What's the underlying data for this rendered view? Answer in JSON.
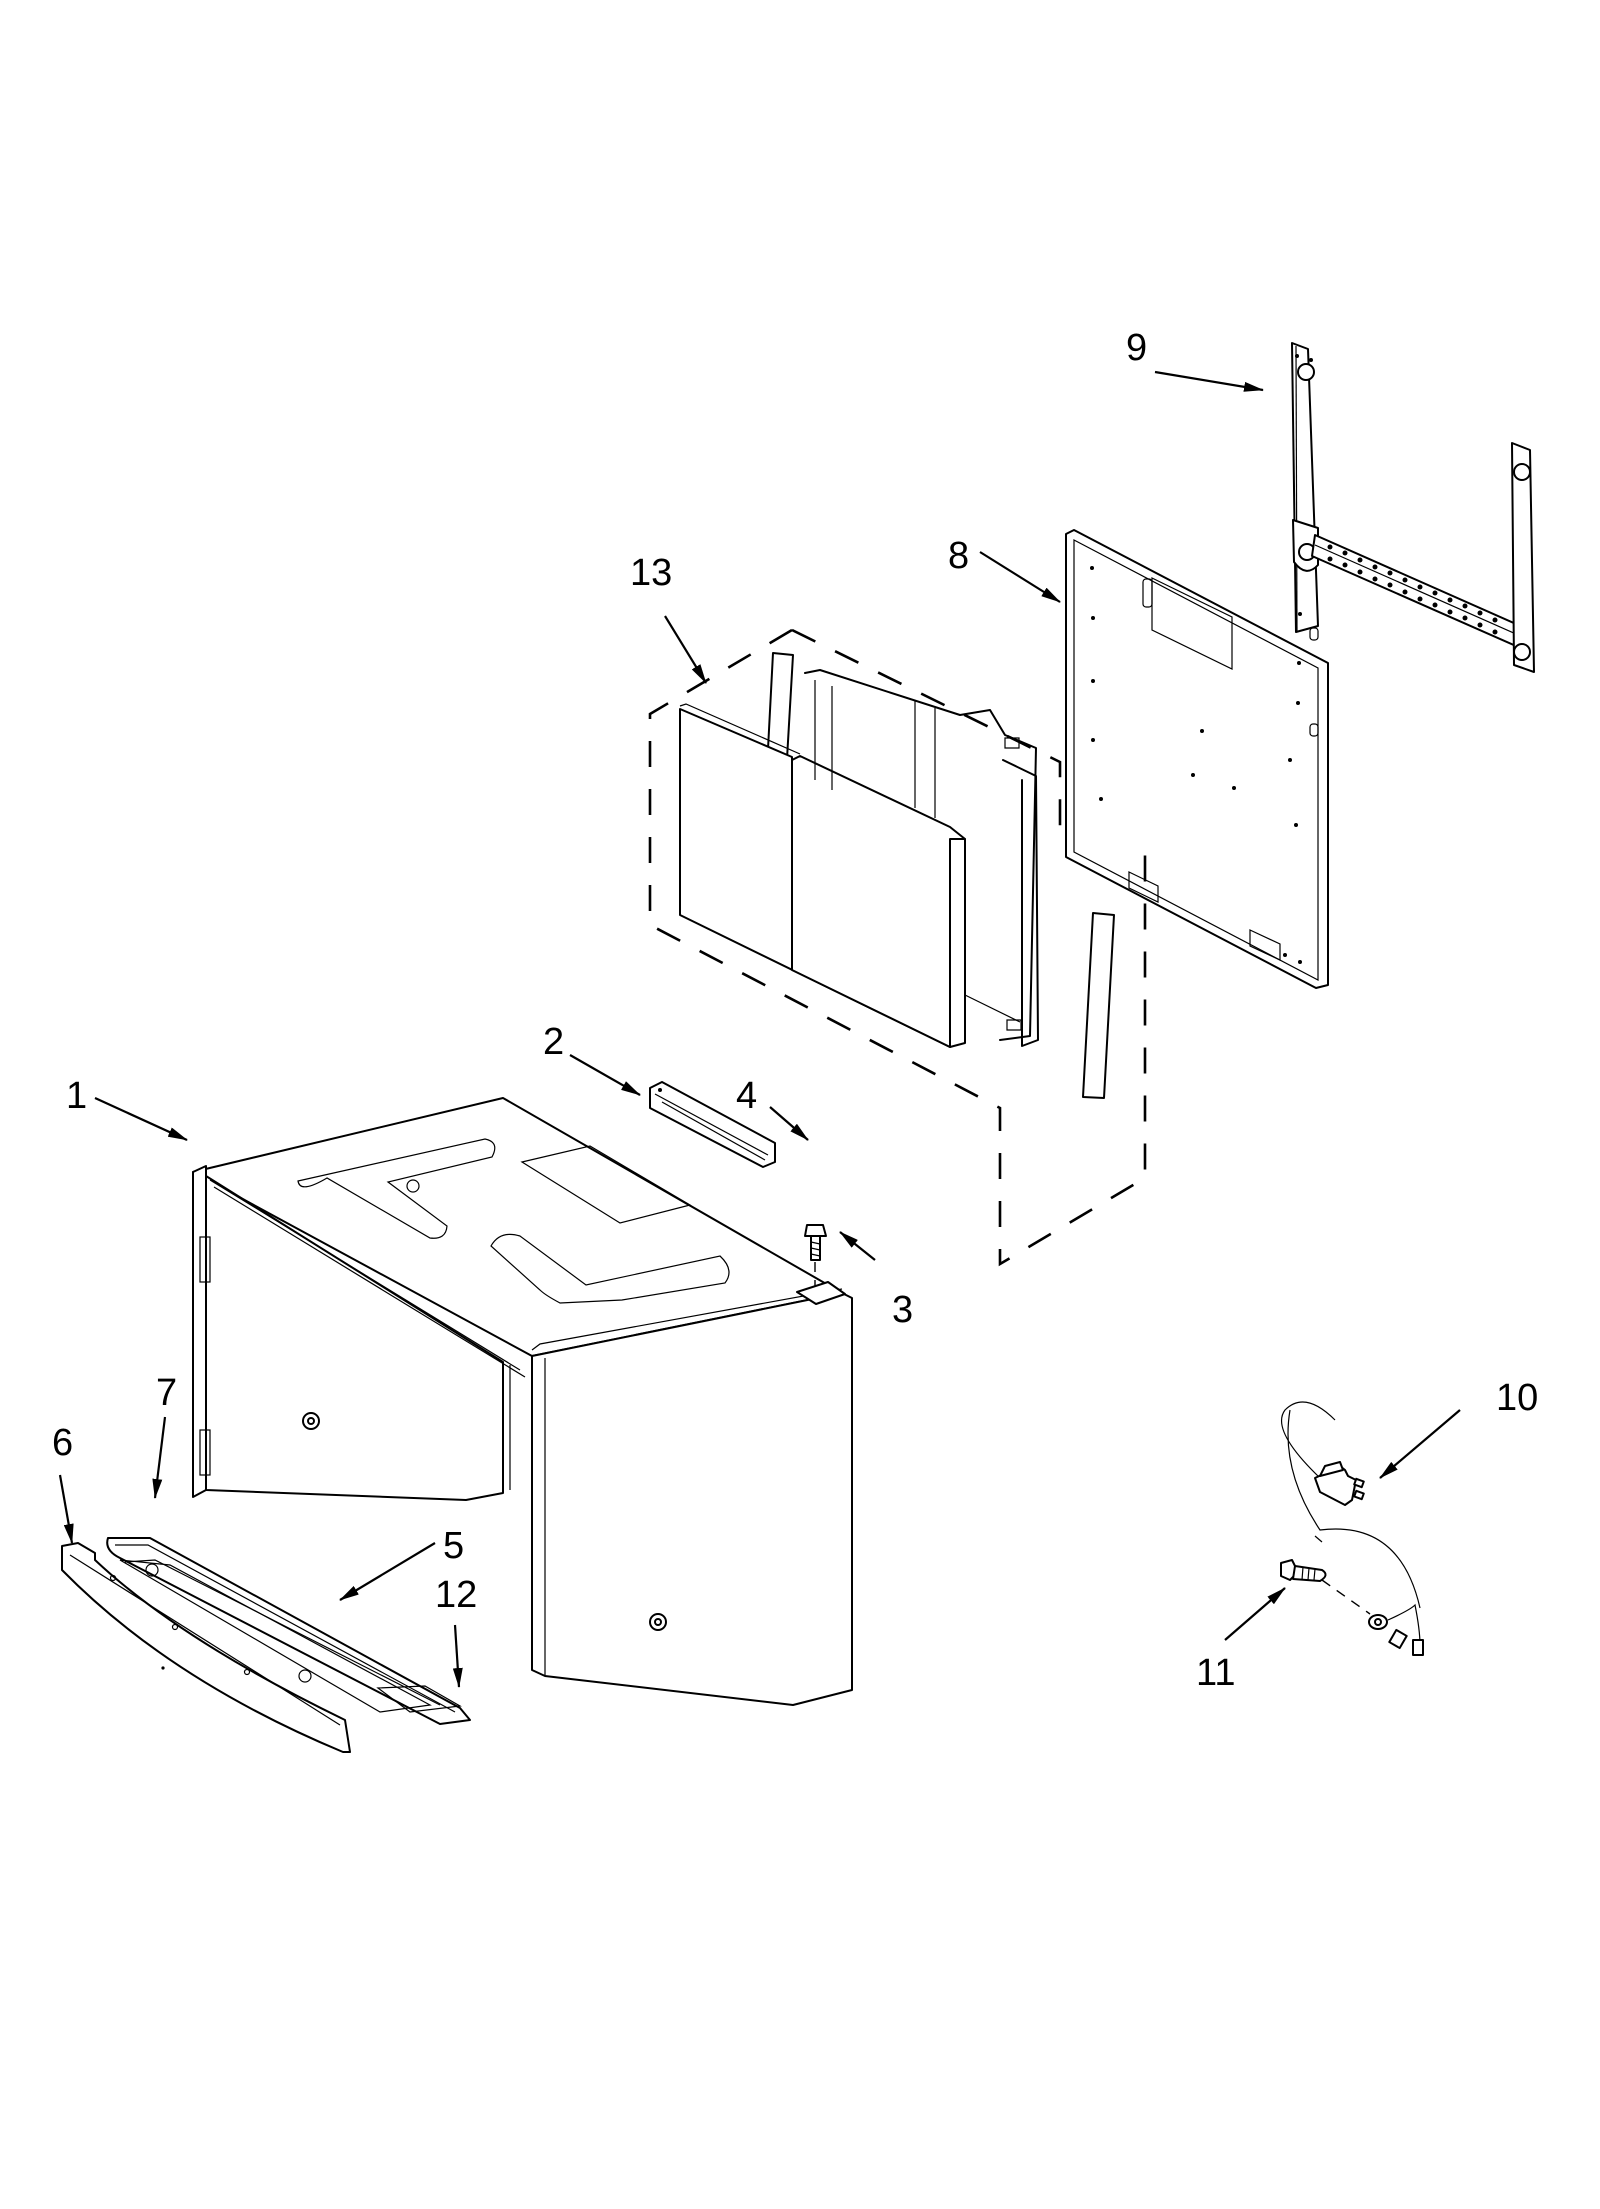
{
  "diagram": {
    "type": "exploded-parts-diagram",
    "background": "#ffffff",
    "line_color": "#000000",
    "callouts": [
      {
        "id": "1",
        "label": "1",
        "part": "cabinet-wrapper"
      },
      {
        "id": "2",
        "label": "2",
        "part": "top-bracket"
      },
      {
        "id": "3",
        "label": "3",
        "part": "clip"
      },
      {
        "id": "4",
        "label": "4",
        "part": "screw"
      },
      {
        "id": "5",
        "label": "5",
        "part": "bottom-plate-tray"
      },
      {
        "id": "6",
        "label": "6",
        "part": "front-trim-strip"
      },
      {
        "id": "7",
        "label": "7",
        "part": "bottom-vent-grille"
      },
      {
        "id": "8",
        "label": "8",
        "part": "mounting-plate"
      },
      {
        "id": "9",
        "label": "9",
        "part": "wall-mounting-bracket"
      },
      {
        "id": "10",
        "label": "10",
        "part": "power-cord-plug"
      },
      {
        "id": "11",
        "label": "11",
        "part": "ground-screw"
      },
      {
        "id": "12",
        "label": "12",
        "part": "filter-tab"
      },
      {
        "id": "13",
        "label": "13",
        "part": "damper-duct-assembly"
      }
    ]
  }
}
